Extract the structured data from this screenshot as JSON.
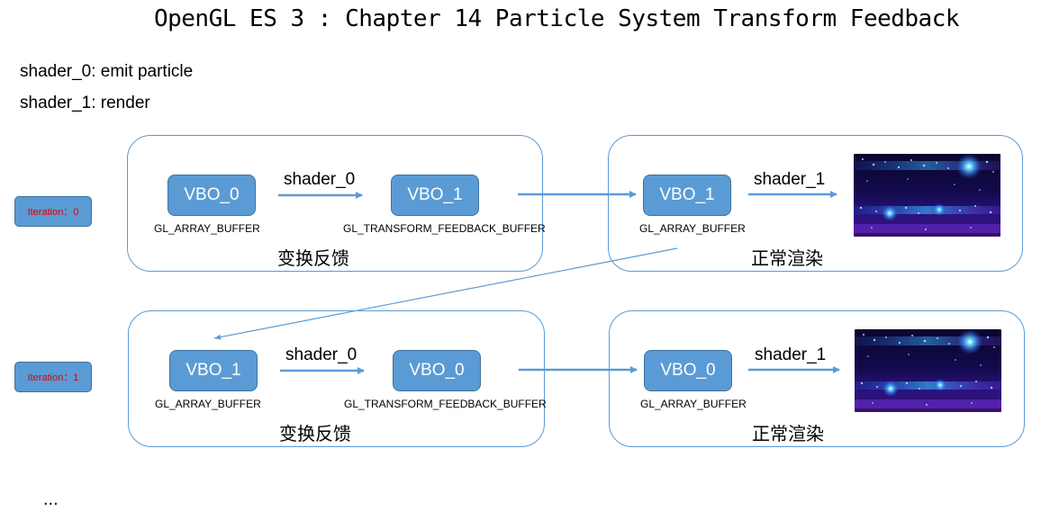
{
  "title": "OpenGL ES 3 : Chapter 14 Particle System Transform Feedback",
  "notes": [
    "shader_0: emit particle",
    "shader_1: render"
  ],
  "rows": [
    {
      "iteration": "Iteration：0",
      "feedback_label": "变换反馈",
      "render_label": "正常渲染",
      "src_vbo": "VBO_0",
      "src_buffer": "GL_ARRAY_BUFFER",
      "dst_vbo": "VBO_1",
      "dst_buffer": "GL_TRANSFORM_FEEDBACK_BUFFER",
      "render_vbo": "VBO_1",
      "render_buffer": "GL_ARRAY_BUFFER",
      "emit_shader": "shader_0",
      "render_shader": "shader_1"
    },
    {
      "iteration": "Iteration：1",
      "feedback_label": "变换反馈",
      "render_label": "正常渲染",
      "src_vbo": "VBO_1",
      "src_buffer": "GL_ARRAY_BUFFER",
      "dst_vbo": "VBO_0",
      "dst_buffer": "GL_TRANSFORM_FEEDBACK_BUFFER",
      "render_vbo": "VBO_0",
      "render_buffer": "GL_ARRAY_BUFFER",
      "emit_shader": "shader_0",
      "render_shader": "shader_1"
    }
  ],
  "ellipsis": "...",
  "colors": {
    "accent": "#5b9bd5",
    "panel_border": "#5b9bd5",
    "iteration_text": "#e00000"
  }
}
